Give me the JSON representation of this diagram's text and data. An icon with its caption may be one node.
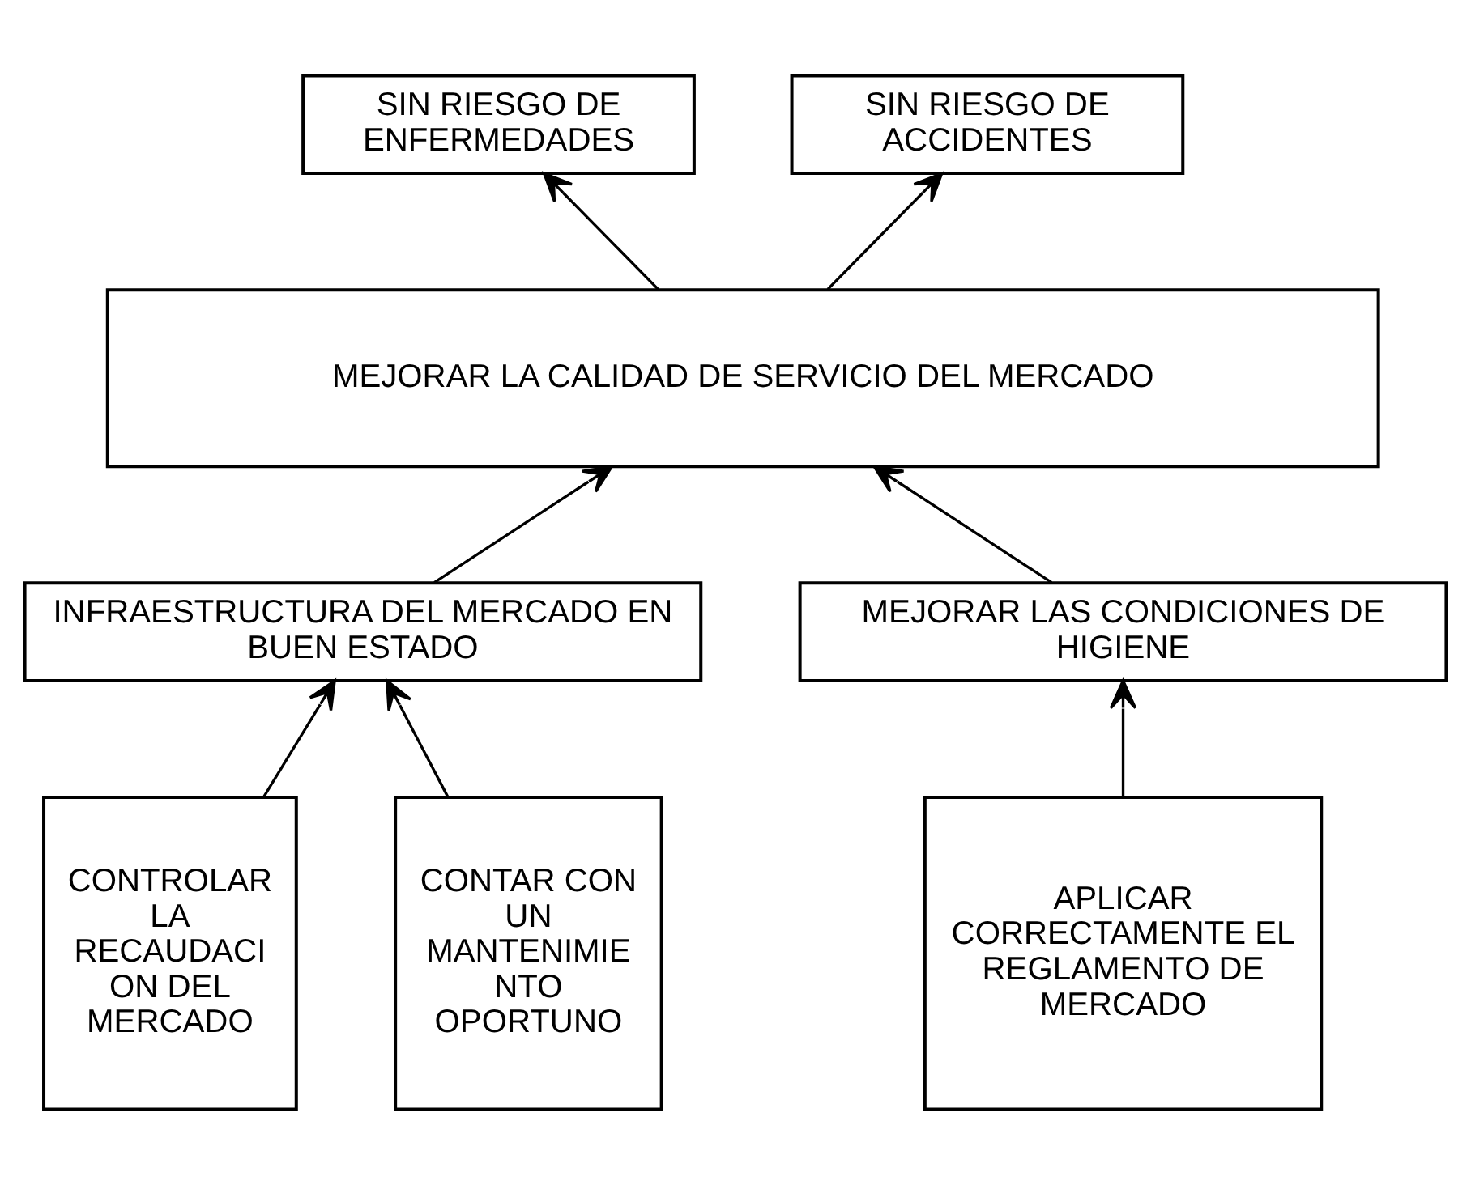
{
  "diagram": {
    "nodes": [
      {
        "text": [
          "SIN RIESGO DE ENFERMEDADES"
        ]
      },
      {
        "text": [
          "SIN RIESGO DE ACCIDENTES"
        ]
      },
      {
        "text": [
          "MEJORAR LA CALIDAD DE SERVICIO DEL MERCADO"
        ]
      },
      {
        "text": [
          "INFRAESTRUCTURA DEL MERCADO EN BUEN ESTADO"
        ]
      },
      {
        "text": [
          "MEJORAR LAS CONDICIONES DE HIGIENE"
        ]
      },
      {
        "text": [
          "CONTROLAR LA RECAUDACI ON DEL MERCADO"
        ]
      },
      {
        "text": [
          "CONTAR CON UN MANTENIMIE NTO OPORTUNO"
        ]
      },
      {
        "text": [
          "APLICAR CORRECTAMENTE EL REGLAMENTO DE MERCADO"
        ]
      }
    ],
    "edges": [
      {
        "from": 2,
        "to": 0,
        "arrow": "to"
      },
      {
        "from": 2,
        "to": 1,
        "arrow": "to"
      },
      {
        "from": 3,
        "to": 2,
        "arrow": "to"
      },
      {
        "from": 4,
        "to": 2,
        "arrow": "to"
      },
      {
        "from": 5,
        "to": 3,
        "arrow": "to"
      },
      {
        "from": 6,
        "to": 3,
        "arrow": "to"
      },
      {
        "from": 7,
        "to": 4,
        "arrow": "to"
      }
    ]
  }
}
